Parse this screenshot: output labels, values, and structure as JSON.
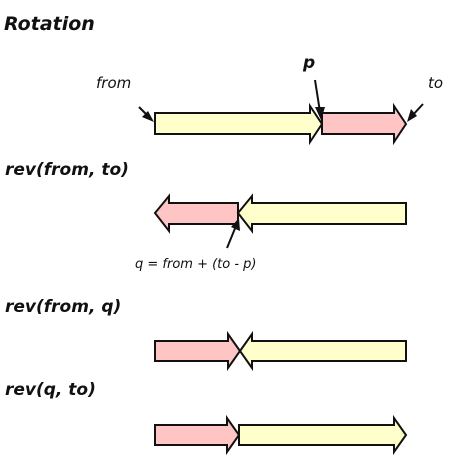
{
  "title": "Rotation",
  "labels": {
    "from": "from",
    "p": "p",
    "to": "to",
    "formula": "q = from + (to - p)"
  },
  "steps": [
    {
      "label": "rev(from, to)"
    },
    {
      "label": "rev(from, q)"
    },
    {
      "label": "rev(q, to)"
    }
  ],
  "colors": {
    "segment_yellow": "#ffffcc",
    "segment_pink": "#ffc4c4",
    "outline": "#111111"
  }
}
